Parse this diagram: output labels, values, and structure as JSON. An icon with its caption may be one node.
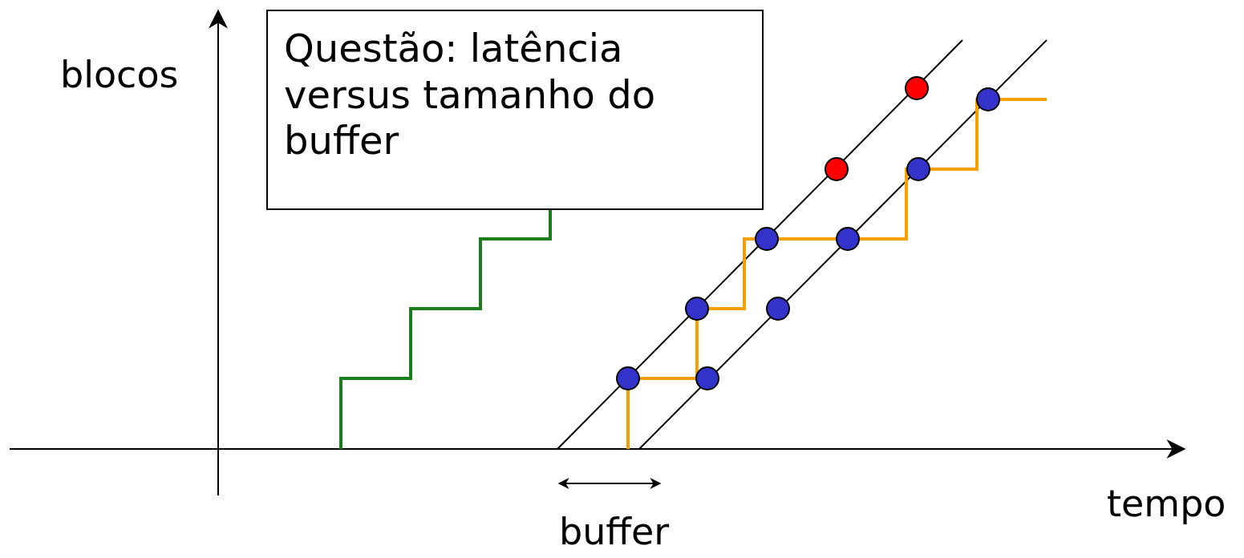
{
  "diagram": {
    "nodes": [
      {
        "text": [
          "Questão: latência versus tamanho do buffer"
        ]
      }
    ],
    "edges": [],
    "labels": [
      "blocos",
      "tempo",
      "buffer"
    ]
  }
}
